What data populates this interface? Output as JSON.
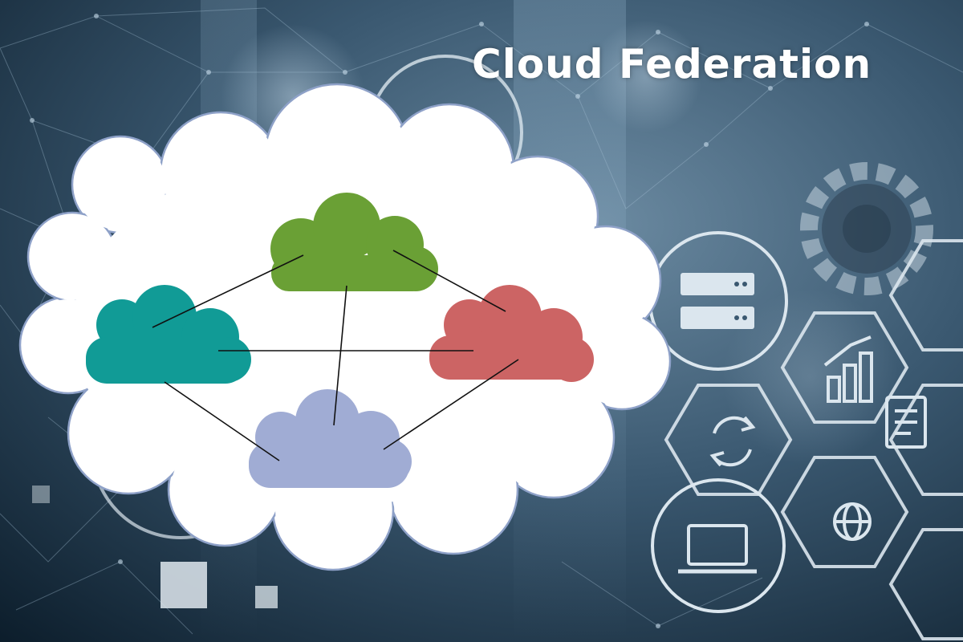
{
  "title": "Cloud Federation",
  "colors": {
    "background_dark": "#0f2232",
    "background_mid": "#3c5a72",
    "outer_cloud": "#ffffff",
    "cloud_green": "#6aa035",
    "cloud_teal": "#119b96",
    "cloud_red": "#cc6464",
    "cloud_lavender": "#a0acd4",
    "link_line": "#111111",
    "tech_outline": "#dbe6ee"
  },
  "icons": [
    "server-rack-icon",
    "gear-icon",
    "hexagon-network-icon",
    "bar-chart-icon",
    "document-icon",
    "sync-icon",
    "globe-icon",
    "laptop-icon"
  ],
  "clouds": [
    "green-cloud",
    "teal-cloud",
    "red-cloud",
    "lavender-cloud"
  ]
}
